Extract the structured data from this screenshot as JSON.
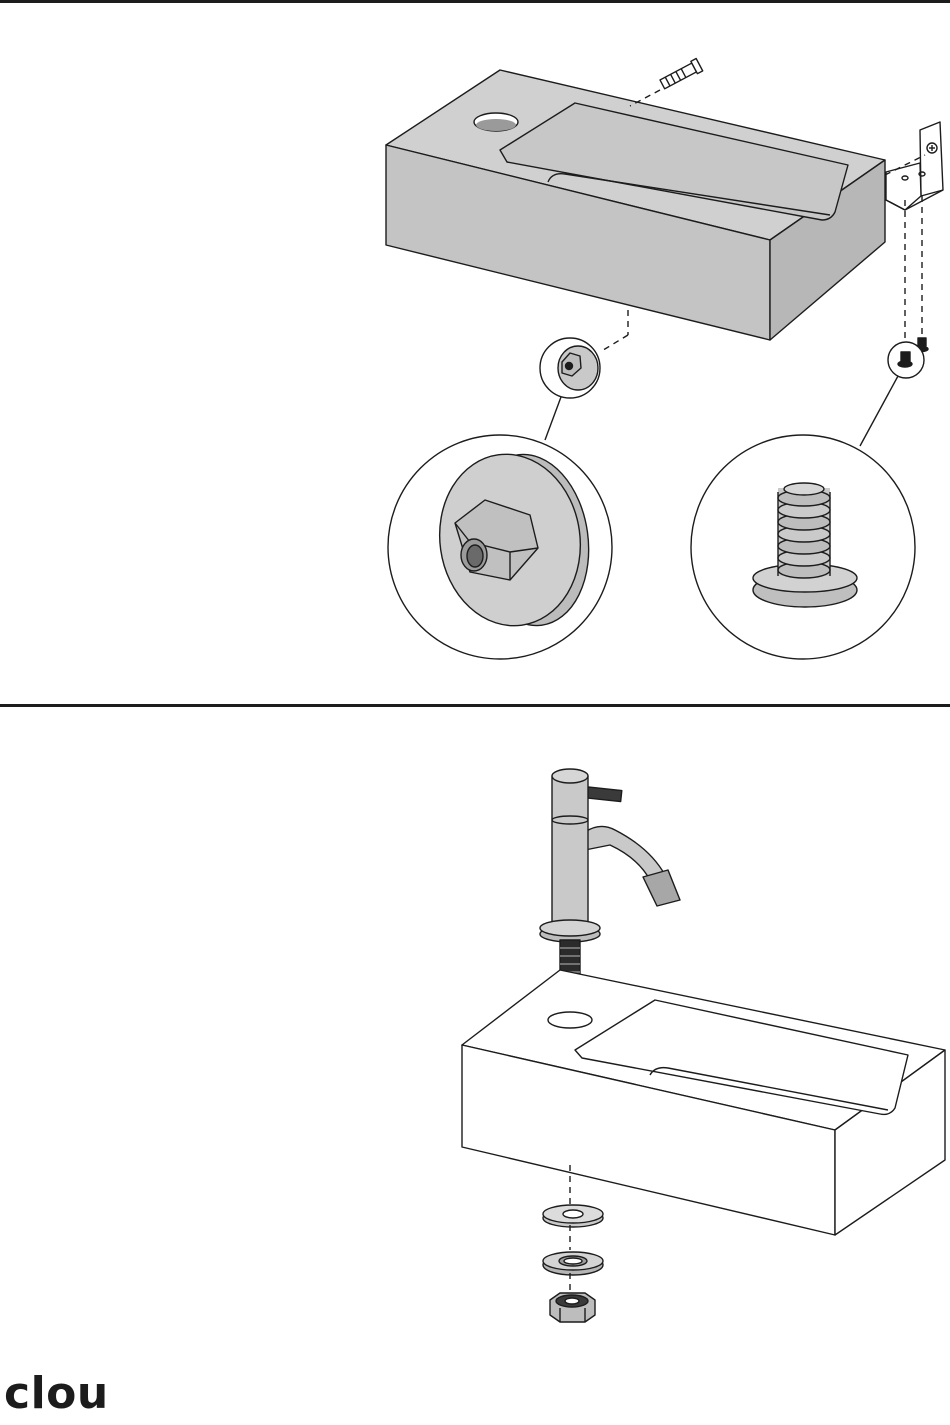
{
  "brand": {
    "name": "clou"
  },
  "steps": [
    {
      "parts": [
        "basin",
        "bolt",
        "bracket",
        "screw",
        "nut",
        "detail-nut",
        "detail-screw"
      ]
    },
    {
      "parts": [
        "tap",
        "tap-stud",
        "basin",
        "washer-1",
        "washer-2",
        "tap-nut"
      ]
    }
  ],
  "colors": {
    "line": "#1c1c1c",
    "basin_fill": "#c8c8c8",
    "basin_fill_light": "#dedede",
    "background": "#ffffff"
  }
}
